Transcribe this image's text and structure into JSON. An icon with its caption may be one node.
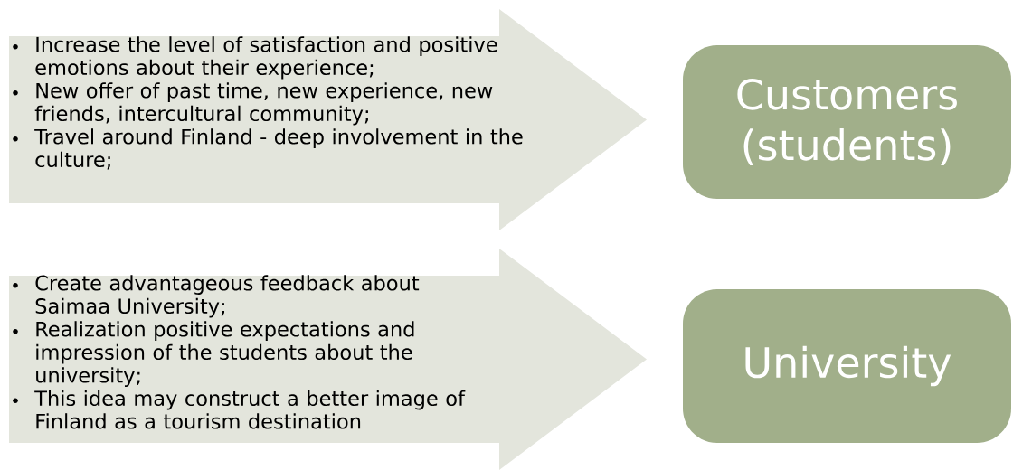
{
  "diagram": {
    "nodes": [
      {
        "text": [
          "Increase the level of satisfaction and positive emotions about their experience;",
          "New offer of past time, new experience, new friends, intercultural community;",
          "Travel around Finland  - deep involvement in the culture;"
        ]
      },
      {
        "text": [
          "Customers (students)"
        ]
      },
      {
        "text": [
          "Create advantageous feedback about Saimaa University;",
          "Realization positive expectations and impression of the students about the university;",
          "This idea may construct a better image of Finland as a tourism destination"
        ]
      },
      {
        "text": [
          "University"
        ]
      }
    ]
  }
}
